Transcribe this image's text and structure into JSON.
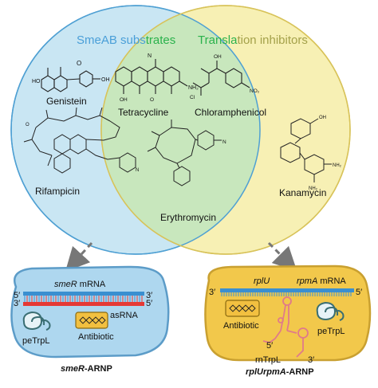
{
  "venn": {
    "left_title_part1": "SmeAB subs",
    "left_title_part2": "trates",
    "right_title_part1": "Transla",
    "right_title_part2": "tion inhibitors",
    "colors": {
      "left_fill": "#c9e6f3",
      "right_fill": "#f7f0b4",
      "overlap_fill": "#c8e7bd",
      "left_title": "#4a9fd8",
      "right_title_green": "#2bb24c",
      "right_title_yellow": "#a4a14a"
    }
  },
  "compounds": {
    "genistein": "Genistein",
    "rifampicin": "Rifampicin",
    "tetracycline": "Tetracycline",
    "chloramphenicol": "Chloramphenicol",
    "erythromycin": "Erythromycin",
    "kanamycin": "Kanamycin"
  },
  "left_panel": {
    "mrna_italic": "smeR",
    "mrna_rest": " mRNA",
    "five_prime": "5′",
    "three_prime": "3′",
    "right_three": "3′",
    "right_five": "5′",
    "asrna": "asRNA",
    "petrpl": "peTrpL",
    "antibiotic": "Antibiotic",
    "caption_italic": "smeR",
    "caption_rest": "-ARNP",
    "colors": {
      "fill": "#aed7ef",
      "border": "#5c9cc8",
      "mrna": "#3a8fd0",
      "asrna": "#e53935"
    }
  },
  "right_panel": {
    "gene1": "rplU",
    "gene2": "rpmA",
    "mrna_rest": " mRNA",
    "three_prime": "3′",
    "five_prime": "5′",
    "antibiotic": "Antibiotic",
    "petrpl": "peTrpL",
    "rntrpl": "rnTrpL",
    "rnt_five": "5′",
    "rnt_three": "3′",
    "caption_italic": "rplUrpmA",
    "caption_rest": "-ARNP",
    "colors": {
      "fill": "#f2c84b",
      "border": "#c9a030",
      "mrna": "#3a8fd0",
      "hairpin": "#e07a8a"
    }
  }
}
